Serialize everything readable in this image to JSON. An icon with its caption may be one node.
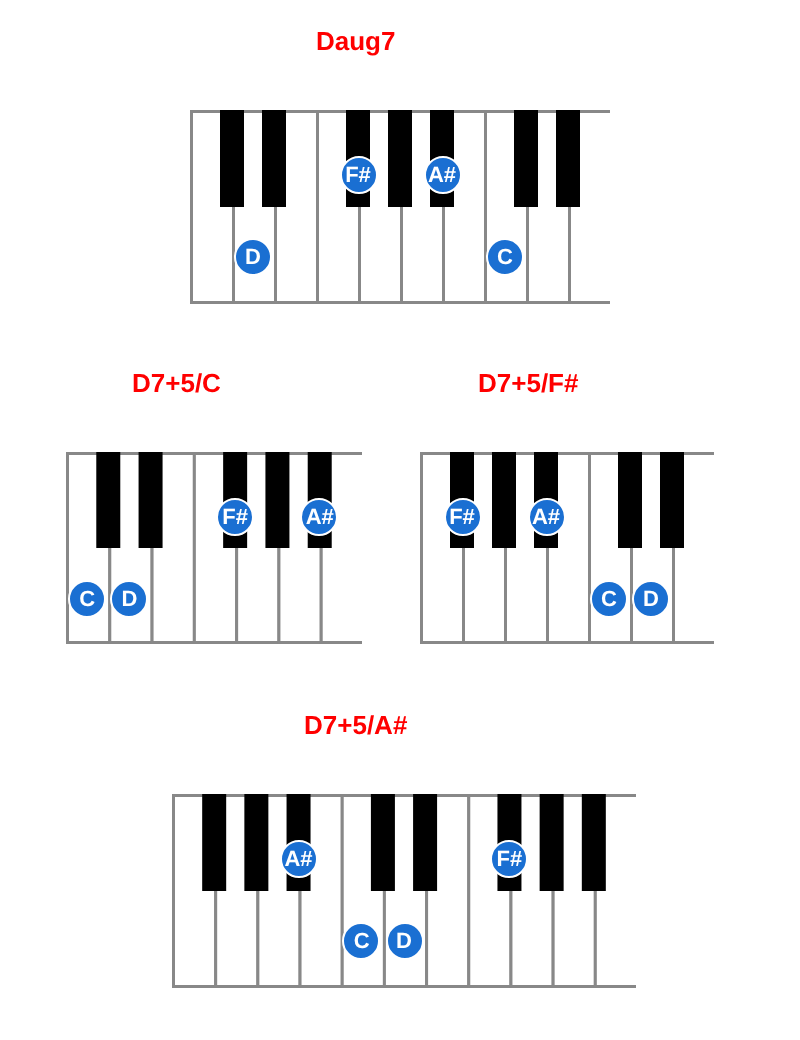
{
  "diagram": {
    "nodes": [
      {
        "text": [
          "Daug7"
        ]
      },
      {
        "text": [
          "D"
        ],
        "in": 0
      },
      {
        "text": [
          "F#"
        ],
        "in": 0
      },
      {
        "text": [
          "A#"
        ],
        "in": 0
      },
      {
        "text": [
          "C"
        ],
        "in": 0
      },
      {
        "text": [
          "D7+5/C"
        ]
      },
      {
        "text": [
          "C"
        ],
        "in": 5
      },
      {
        "text": [
          "D"
        ],
        "in": 5
      },
      {
        "text": [
          "F#"
        ],
        "in": 5
      },
      {
        "text": [
          "A#"
        ],
        "in": 5
      },
      {
        "text": [
          "D7+5/F#"
        ]
      },
      {
        "text": [
          "F#"
        ],
        "in": 10
      },
      {
        "text": [
          "A#"
        ],
        "in": 10
      },
      {
        "text": [
          "C"
        ],
        "in": 10
      },
      {
        "text": [
          "D"
        ],
        "in": 10
      },
      {
        "text": [
          "D7+5/A#"
        ]
      },
      {
        "text": [
          "A#"
        ],
        "in": 15
      },
      {
        "text": [
          "C"
        ],
        "in": 15
      },
      {
        "text": [
          "D"
        ],
        "in": 15
      },
      {
        "text": [
          "F#"
        ],
        "in": 15
      }
    ]
  }
}
